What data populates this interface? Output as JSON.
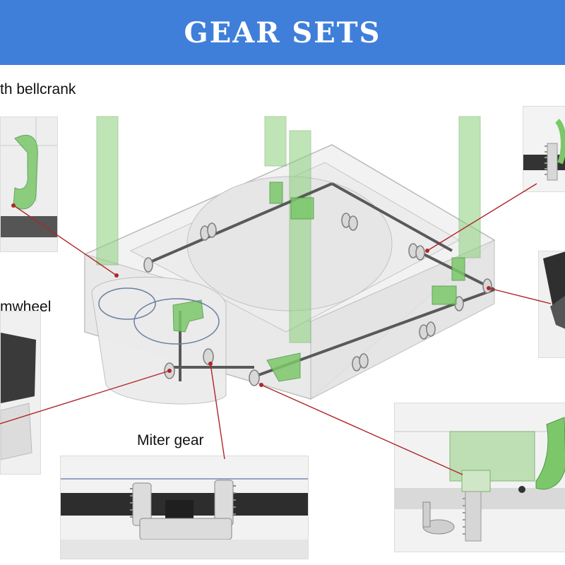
{
  "header": {
    "title": "GEAR SETS"
  },
  "labels": {
    "bellcrank": "th bellcrank",
    "wormwheel": "mwheel",
    "miter": "Miter gear"
  },
  "colors": {
    "banner": "#3f7fd9",
    "callout_line": "#b0252a",
    "part_green": "#7cc76a"
  }
}
